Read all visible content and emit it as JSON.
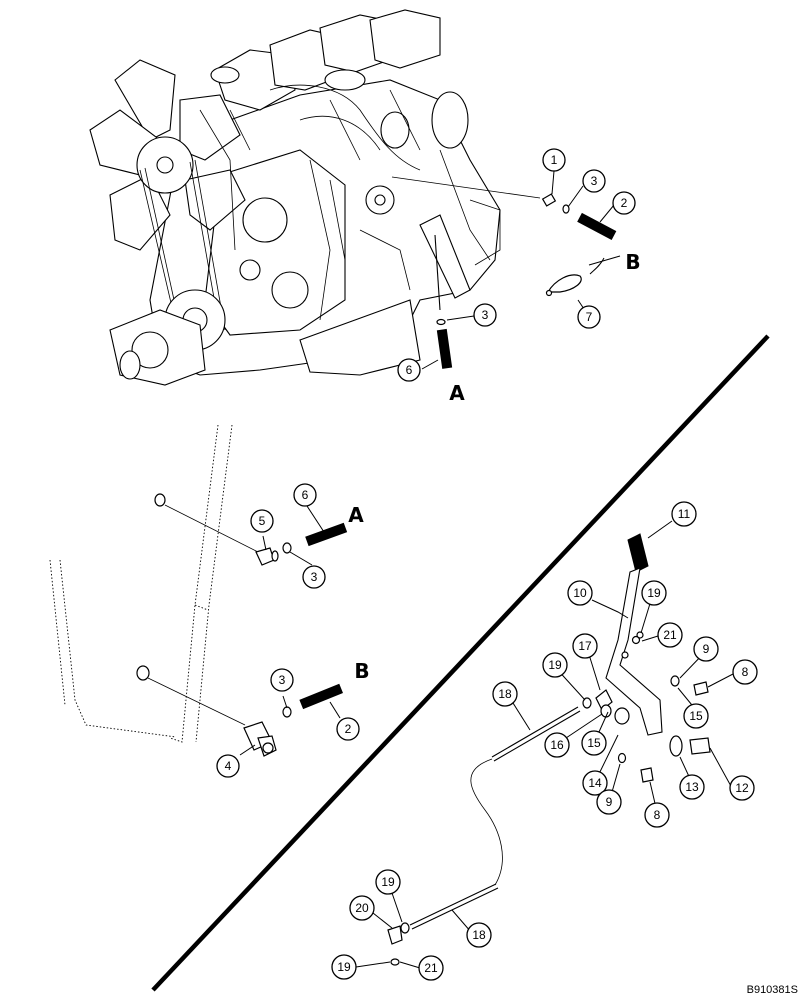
{
  "drawing_id": "B910381S",
  "callouts": {
    "c1": "1",
    "c2a": "2",
    "c3a": "3",
    "c3b": "3",
    "c6a": "6",
    "c7": "7",
    "c6b": "6",
    "c5": "5",
    "c3c": "3",
    "c3d": "3",
    "c2b": "2",
    "c4": "4",
    "c11": "11",
    "c10": "10",
    "c19a": "19",
    "c21a": "21",
    "c17": "17",
    "c9a": "9",
    "c8a": "8",
    "c18a": "18",
    "c19b": "19",
    "c15a": "15",
    "c16": "16",
    "c15b": "15",
    "c14": "14",
    "c9b": "9",
    "c8b": "8",
    "c13": "13",
    "c12": "12",
    "c19c": "19",
    "c20": "20",
    "c18b": "18",
    "c19d": "19",
    "c21b": "21"
  },
  "references": {
    "a_top": "A",
    "b_top": "B",
    "a_mid": "A",
    "b_mid": "B"
  }
}
